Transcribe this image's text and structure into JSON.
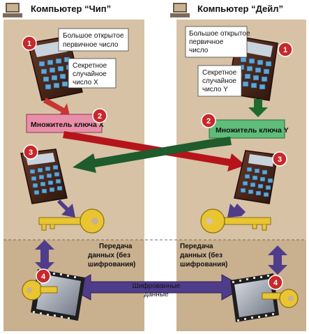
{
  "left": {
    "title": "Компьютер “Чип”",
    "public_prime": [
      "Большое открытое",
      "первичное число"
    ],
    "secret_random": [
      "Секретное",
      "случайное",
      "число X"
    ],
    "key_multiplier": "Множитель ключа X",
    "transfer": [
      "Передача",
      "данных (без",
      "шифрования)"
    ]
  },
  "right": {
    "title": "Компьютер “Дейл”",
    "public_prime": [
      "Большое открытое",
      "первичное",
      "число"
    ],
    "secret_random": [
      "Секретное",
      "случайное",
      "число Y"
    ],
    "key_multiplier": "Множитель ключа Y",
    "transfer": [
      "Передача",
      "данных (без",
      "шифрования)"
    ]
  },
  "encrypted_data": [
    "Шифрованные",
    "данные"
  ],
  "steps": [
    "1",
    "2",
    "3",
    "4"
  ],
  "colors": {
    "panel": "#d7c2a6",
    "panel_shade": "#c9b08f",
    "step_badge": "#c8282a",
    "left_key_box": "#e98fa8",
    "right_key_box": "#5fbd79",
    "red_arrow": "#b5151a",
    "green_arrow": "#1f5b2c",
    "purple_arrow": "#4f3c8a",
    "key": "#e8c531",
    "calculator": "#4c2b1f"
  },
  "icons": [
    "computer-icon",
    "calculator-icon",
    "key-icon",
    "screen-icon",
    "step-badge"
  ]
}
